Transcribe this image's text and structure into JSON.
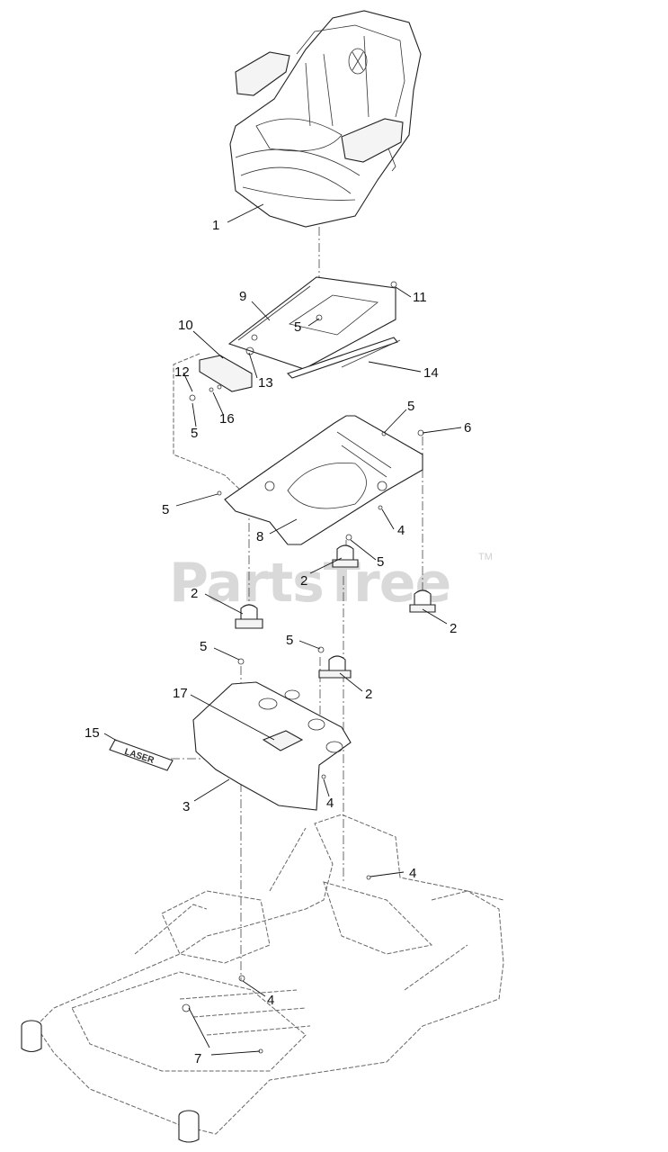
{
  "watermark": {
    "text": "PartsTree",
    "trademark": "TM"
  },
  "decal_text": "LASER",
  "callouts": [
    {
      "id": "c1",
      "label": "1"
    },
    {
      "id": "c9",
      "label": "9"
    },
    {
      "id": "c11",
      "label": "11"
    },
    {
      "id": "c5a",
      "label": "5"
    },
    {
      "id": "c10",
      "label": "10"
    },
    {
      "id": "c13",
      "label": "13"
    },
    {
      "id": "c14",
      "label": "14"
    },
    {
      "id": "c12",
      "label": "12"
    },
    {
      "id": "c16",
      "label": "16"
    },
    {
      "id": "c5b",
      "label": "5"
    },
    {
      "id": "c5c",
      "label": "5"
    },
    {
      "id": "c6",
      "label": "6"
    },
    {
      "id": "c5d",
      "label": "5"
    },
    {
      "id": "c4a",
      "label": "4"
    },
    {
      "id": "c8",
      "label": "8"
    },
    {
      "id": "c5e",
      "label": "5"
    },
    {
      "id": "c2a",
      "label": "2"
    },
    {
      "id": "c2b",
      "label": "2"
    },
    {
      "id": "c2c",
      "label": "2"
    },
    {
      "id": "c5f",
      "label": "5"
    },
    {
      "id": "c5g",
      "label": "5"
    },
    {
      "id": "c2d",
      "label": "2"
    },
    {
      "id": "c17",
      "label": "17"
    },
    {
      "id": "c15",
      "label": "15"
    },
    {
      "id": "c3",
      "label": "3"
    },
    {
      "id": "c4b",
      "label": "4"
    },
    {
      "id": "c4c",
      "label": "4"
    },
    {
      "id": "c4d",
      "label": "4"
    },
    {
      "id": "c7",
      "label": "7"
    }
  ]
}
